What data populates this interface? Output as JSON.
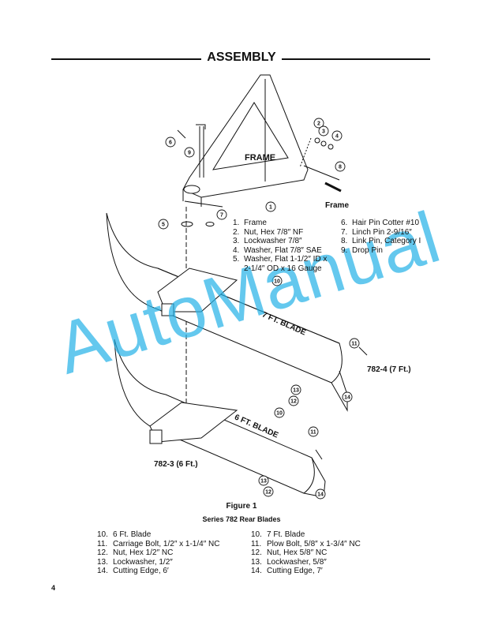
{
  "title": "ASSEMBLY",
  "labels": {
    "frame_drawing": "FRAME",
    "frame_caption": "Frame",
    "blade7": "7 FT. BLADE",
    "blade6": "6 FT. BLADE",
    "model7": "782-4 (7 Ft.)",
    "model6": "782-3 (6 Ft.)"
  },
  "frame_parts_col1": [
    {
      "num": "1.",
      "text": "Frame"
    },
    {
      "num": "2.",
      "text": "Nut, Hex 7/8″ NF"
    },
    {
      "num": "3.",
      "text": "Lockwasher 7/8″"
    },
    {
      "num": "4.",
      "text": "Washer, Flat 7/8″ SAE"
    },
    {
      "num": "5.",
      "text": "Washer, Flat 1-1/2″ ID x"
    },
    {
      "num": "",
      "text": "2-1/4″ OD x 16 Gauge"
    }
  ],
  "frame_parts_col2": [
    {
      "num": "6.",
      "text": "Hair Pin Cotter #10"
    },
    {
      "num": "7.",
      "text": "Linch Pin 2-9/16″"
    },
    {
      "num": "8.",
      "text": "Link Pin, Category I"
    },
    {
      "num": "9.",
      "text": "Drop Pin"
    }
  ],
  "figure": {
    "title": "Figure 1",
    "subtitle": "Series 782 Rear Blades"
  },
  "blade6_parts": [
    {
      "num": "10.",
      "text": "6 Ft. Blade"
    },
    {
      "num": "11.",
      "text": "Carriage Bolt, 1/2″ x 1-1/4″ NC"
    },
    {
      "num": "12.",
      "text": "Nut, Hex 1/2″ NC"
    },
    {
      "num": "13.",
      "text": "Lockwasher, 1/2″"
    },
    {
      "num": "14.",
      "text": "Cutting Edge, 6′"
    }
  ],
  "blade7_parts": [
    {
      "num": "10.",
      "text": "7 Ft. Blade"
    },
    {
      "num": "11.",
      "text": "Plow Bolt, 5/8″ x 1-3/4″ NC"
    },
    {
      "num": "12.",
      "text": "Nut, Hex 5/8″ NC"
    },
    {
      "num": "13.",
      "text": "Lockwasher, 5/8″"
    },
    {
      "num": "14.",
      "text": "Cutting Edge, 7′"
    }
  ],
  "callouts": [
    "1",
    "2",
    "3",
    "4",
    "5",
    "6",
    "7",
    "8",
    "9",
    "10",
    "11",
    "12",
    "13",
    "14",
    "10",
    "11",
    "12",
    "13",
    "14"
  ],
  "page_number": "4",
  "watermark": "AutoManual",
  "colors": {
    "watermark": "#29b4e8",
    "ink": "#111111"
  }
}
